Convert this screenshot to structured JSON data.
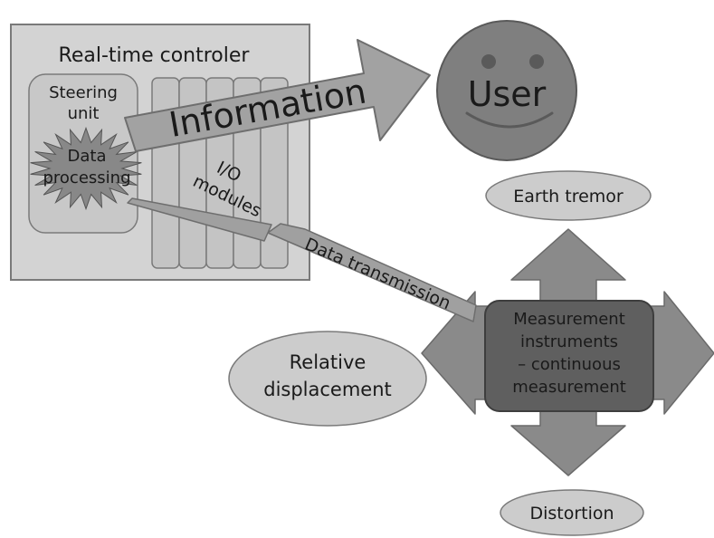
{
  "controller": {
    "title": "Real-time controler",
    "steering": {
      "line1": "Steering",
      "line2": "unit"
    },
    "processing": {
      "line1": "Data",
      "line2": "processing"
    },
    "io": {
      "line1": "I/O",
      "line2": "modules"
    }
  },
  "information_label": "Information",
  "user_label": "User",
  "transmission_label": "Data transmission",
  "instruments": {
    "line1": "Measurement",
    "line2": "instruments",
    "line3": "– continuous",
    "line4": "measurement"
  },
  "earth_tremor": "Earth tremor",
  "relative_displacement": {
    "line1": "Relative",
    "line2": "displacement"
  },
  "distortion": "Distortion",
  "colors": {
    "controller_fill": "#d3d3d3",
    "module_fill": "#c4c4c4",
    "arrow_fill": "#9e9e9e",
    "user_fill": "#7f7f7f",
    "instrument_fill": "#5f5f5f",
    "cross_arrow_fill": "#8a8a8a",
    "ellipse_fill": "#cccccc"
  }
}
